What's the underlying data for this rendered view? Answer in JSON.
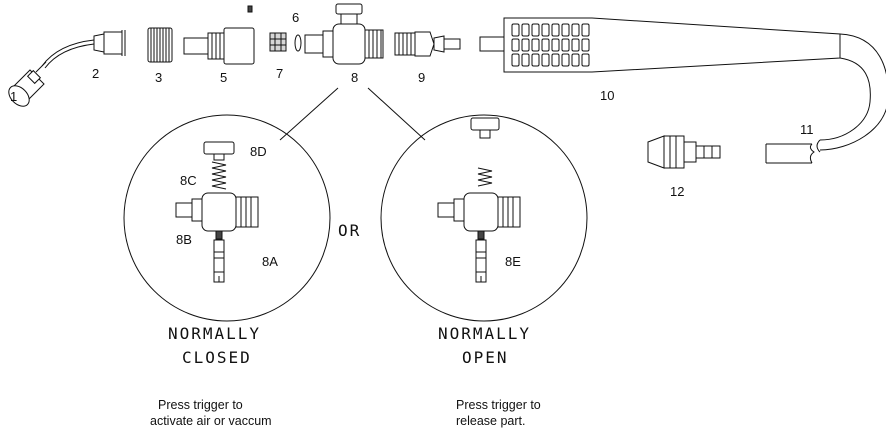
{
  "labels": {
    "p1": "1",
    "p2": "2",
    "p3": "3",
    "p5": "5",
    "p6": "6",
    "p7": "7",
    "p8": "8",
    "p9": "9",
    "p10": "10",
    "p11": "11",
    "p12": "12",
    "p8a": "8A",
    "p8b": "8B",
    "p8c": "8C",
    "p8d": "8D",
    "p8e": "8E"
  },
  "or_text": "OR",
  "normally_closed": {
    "line1": "NORMALLY",
    "line2": "CLOSED"
  },
  "normally_open": {
    "line1": "NORMALLY",
    "line2": "OPEN"
  },
  "closed_desc": {
    "line1": "Press trigger to",
    "line2": "activate air or vaccum"
  },
  "open_desc": {
    "line1": "Press trigger to",
    "line2": "release part."
  }
}
